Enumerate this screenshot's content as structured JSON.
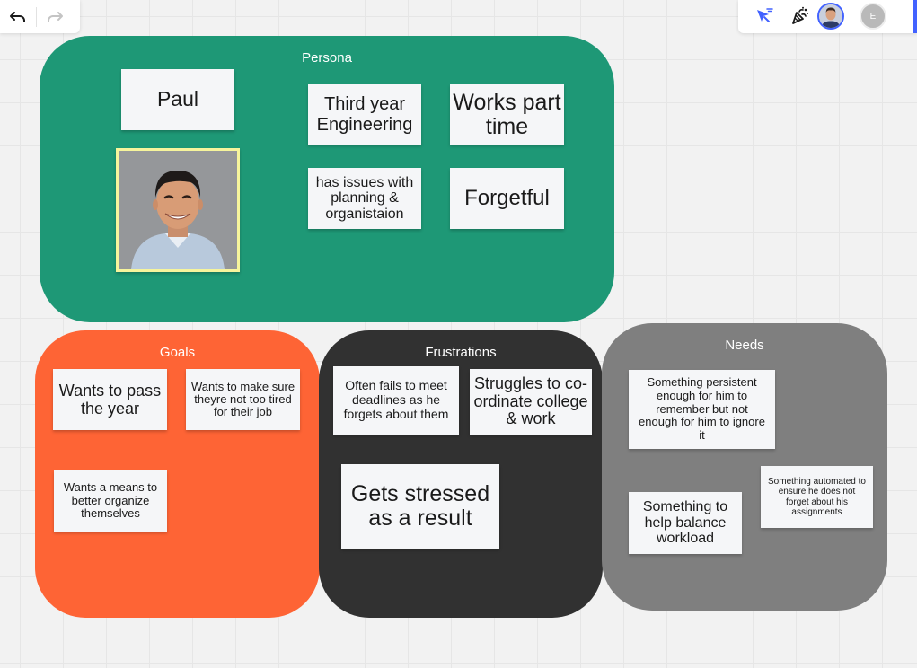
{
  "toolbar": {
    "undo_icon": "undo-icon",
    "redo_icon": "redo-icon",
    "cursor_icon": "cursor-arrow-icon",
    "celebrate_icon": "party-popper-icon",
    "collaborator_initial": "E"
  },
  "frames": {
    "persona": {
      "title": "Persona",
      "color": "#1e9876"
    },
    "goals": {
      "title": "Goals",
      "color": "#fe6435"
    },
    "frustrations": {
      "title": "Frustrations",
      "color": "#313131"
    },
    "needs": {
      "title": "Needs",
      "color": "#7f7f7f"
    }
  },
  "stickies": {
    "name": "Paul",
    "year": "Third year Engineering",
    "work": "Works part time",
    "planning": "has issues with planning & organistaion",
    "forgetful": "Forgetful",
    "goal_pass": "Wants to pass the year",
    "goal_tired": "Wants to make sure theyre not too tired for their job",
    "goal_organize": "Wants a means to better organize themselves",
    "frus_deadlines": "Often fails to meet deadlines as he forgets about them",
    "frus_coordinate": "Struggles to co-ordinate college & work",
    "frus_stressed": "Gets stressed as a result",
    "need_persistent": "Something persistent enough for him to remember but not enough for him to ignore it",
    "need_automated": "Something automated to ensure he does not forget about his assignments",
    "need_balance": "Something to help balance workload"
  }
}
